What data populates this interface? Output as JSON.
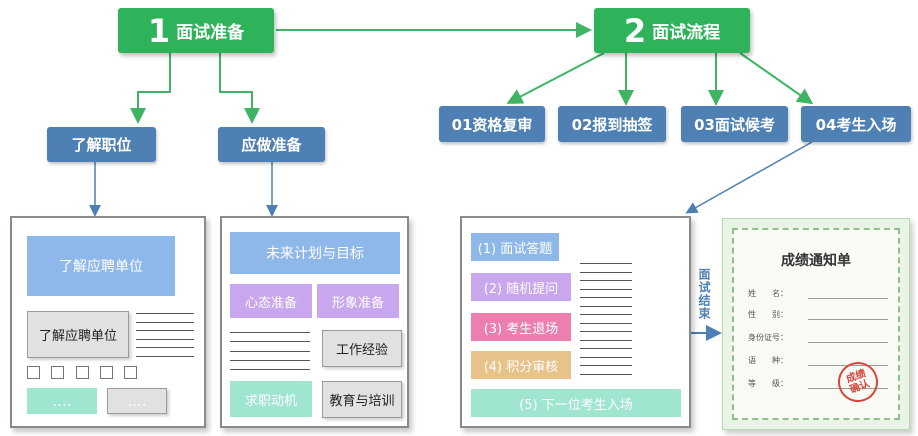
{
  "colors": {
    "green": "#2fb35a",
    "blue": "#4f80b4",
    "arrow_green": "#3fb563",
    "arrow_blue": "#4f80b4",
    "light_blue": "#8fb8ea",
    "mint": "#9fe5cf",
    "violet": "#c9a7ef",
    "pink": "#ea7fb0",
    "sand": "#e7c38a",
    "stamp_red": "#d8463e"
  },
  "step1": {
    "num": "1",
    "label": "面试准备"
  },
  "step2": {
    "num": "2",
    "label": "面试流程"
  },
  "branch1": {
    "left": "了解职位",
    "right": "应做准备"
  },
  "branch2": [
    "01资格复审",
    "02报到抽签",
    "03面试候考",
    "04考生入场"
  ],
  "panel_a": {
    "top_block": "了解应聘单位",
    "mid_block": "了解应聘单位",
    "bottom_left": "....",
    "bottom_right": "...."
  },
  "panel_b": {
    "top": "未来计划与目标",
    "left1": "心态准备",
    "right1": "形象准备",
    "work": "工作经验",
    "job": "求职动机",
    "edu": "教育与培训"
  },
  "panel_c": {
    "step1": "(1) 面试答题",
    "step2": "(2) 随机提问",
    "step3": "(3) 考生退场",
    "step4": "(4) 积分审核",
    "step5": "(5) 下一位考生入场"
  },
  "end_label": "面试结束",
  "certificate": {
    "title": "成绩通知单",
    "fields": [
      "姓　　名：",
      "性　　别：",
      "身份证号：",
      "语　　种：",
      "等　　级："
    ],
    "stamp_line1": "成绩",
    "stamp_line2": "确认"
  }
}
